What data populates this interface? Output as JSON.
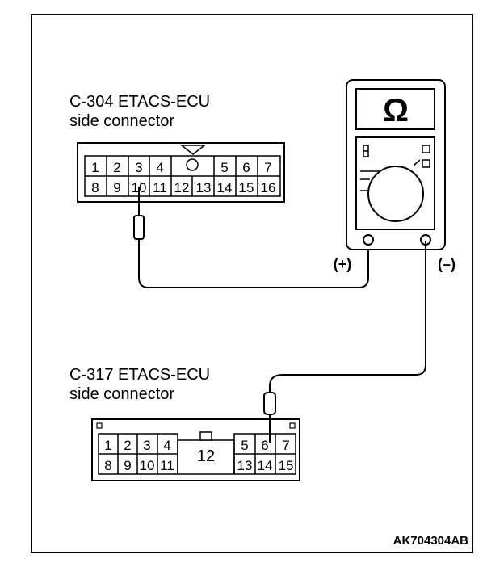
{
  "connector_a": {
    "title_line1": "C-304 ETACS-ECU",
    "title_line2": "side connector",
    "row1": [
      "1",
      "2",
      "3",
      "4",
      "",
      "5",
      "6",
      "7"
    ],
    "row2": [
      "8",
      "9",
      "10",
      "11",
      "12",
      "13",
      "14",
      "15",
      "16"
    ]
  },
  "connector_b": {
    "title_line1": "C-317 ETACS-ECU",
    "title_line2": "side connector",
    "row1": [
      "1",
      "2",
      "3",
      "4",
      "5",
      "6",
      "7"
    ],
    "row2": [
      "8",
      "9",
      "10",
      "11",
      "13",
      "14",
      "15"
    ],
    "center": "12"
  },
  "meter": {
    "symbol": "Ω",
    "plus_label": "(+)",
    "minus_label": "(–)"
  },
  "figure_code": "AK704304AB"
}
